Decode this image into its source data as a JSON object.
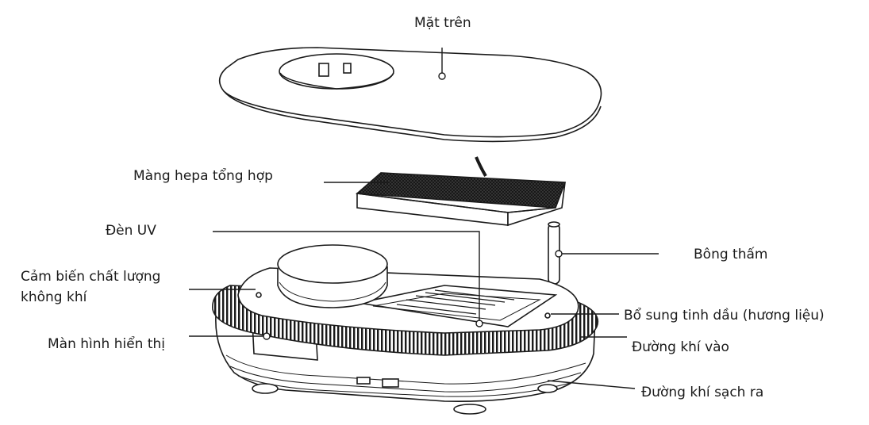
{
  "labels": {
    "top_cover": "Mặt trên",
    "hepa_filter": "Màng hepa tổng hợp",
    "uv_lamp": "Đèn UV",
    "absorbent_wick": "Bông thấm",
    "air_quality_sensor_line1": "Cảm biến chất lượng",
    "air_quality_sensor_line2": "không khí",
    "display_screen": "Màn hình hiển thị",
    "essential_oil": "Bổ sung tinh dầu (hương liệu)",
    "air_inlet": "Đường khí vào",
    "clean_air_outlet": "Đường khí sạch ra"
  },
  "colors": {
    "line": "#1a1a1a",
    "filter_mesh": "#2b2b2b",
    "background": "#ffffff"
  }
}
